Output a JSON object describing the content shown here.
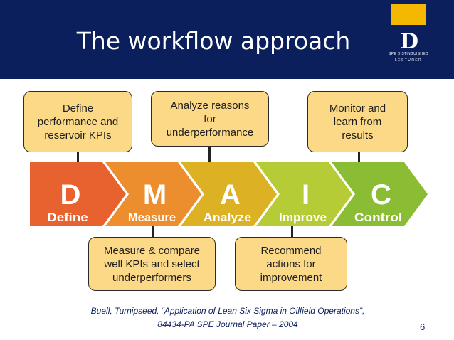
{
  "header": {
    "title": "The workflow approach",
    "logo": {
      "letter": "D",
      "line1": "SPE DISTINGUISHED",
      "line2": "LECTURER"
    }
  },
  "top_boxes": [
    "Define\nperformance and\nreservoir KPIs",
    "Analyze reasons\nfor\nunderperformance",
    "Monitor and\nlearn from\nresults"
  ],
  "phases": [
    {
      "letter": "D",
      "label": "Define",
      "color": "#e8622f"
    },
    {
      "letter": "M",
      "label": "Measure",
      "color": "#ec8e2e"
    },
    {
      "letter": "A",
      "label": "Analyze",
      "color": "#dcb224"
    },
    {
      "letter": "I",
      "label": "Improve",
      "color": "#b6cc36"
    },
    {
      "letter": "C",
      "label": "Control",
      "color": "#8bbd34"
    }
  ],
  "bottom_boxes": [
    "Measure & compare\nwell KPIs and select\nunderperformers",
    "Recommend\nactions for\nimprovement"
  ],
  "citation": "Buell, Turnipseed, “Application of Lean Six Sigma in Oilfield Operations”,\n84434-PA SPE Journal Paper – 2004",
  "page_number": "6",
  "colors": {
    "header_bg": "#0b1f5c",
    "accent": "#f5b800",
    "box_fill": "#fbd986"
  }
}
